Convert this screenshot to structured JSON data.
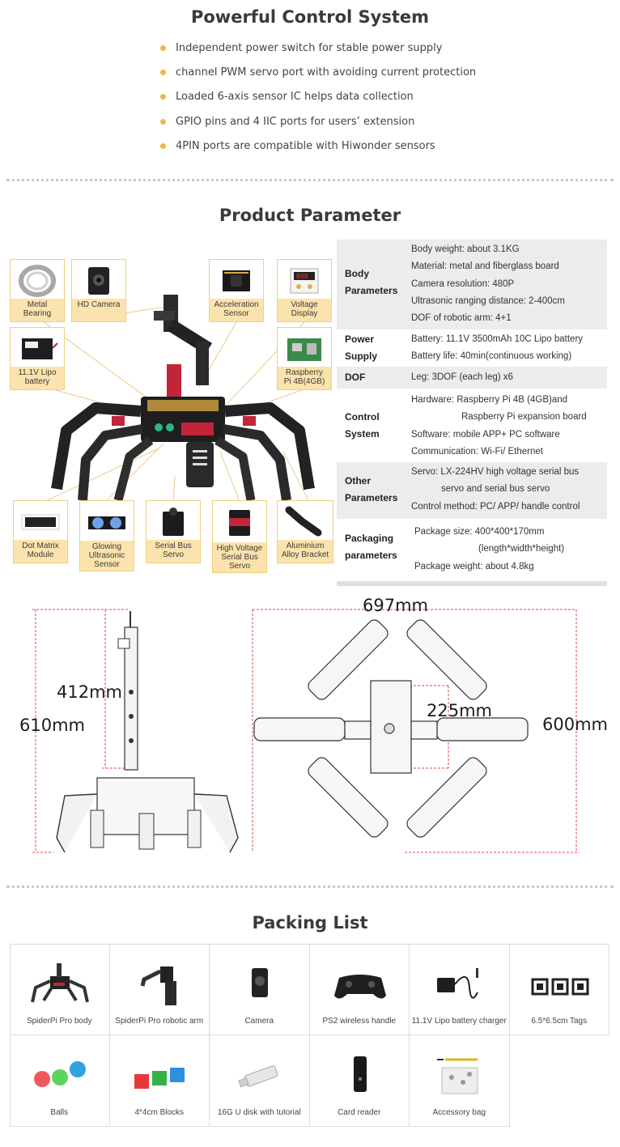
{
  "control": {
    "title": "Powerful Control System",
    "features": [
      "Independent power switch for stable power supply",
      "channel PWM servo port with avoiding current protection",
      "Loaded 6-axis sensor IC helps data collection",
      "GPIO pins and 4 IIC ports for users’ extension",
      "4PIN ports are compatible with Hiwonder sensors"
    ]
  },
  "params": {
    "title": "Product Parameter",
    "components": {
      "bearing": [
        "Metal",
        "Bearing"
      ],
      "camera": [
        "HD Camera"
      ],
      "accel": [
        "Acceleration",
        "Sensor"
      ],
      "voltage": [
        "Voltage",
        "Display"
      ],
      "lipo": [
        "11.1V Lipo",
        "battery"
      ],
      "raspi": [
        "Raspberry",
        "Pi 4B(4GB)"
      ],
      "matrix": [
        "Dot Matrix",
        "Module"
      ],
      "ultra": [
        "Glowing",
        "Ultrasonic",
        "Sensor"
      ],
      "serial": [
        "Serial Bus",
        "Servo"
      ],
      "hv": [
        "High Voltage",
        "Serial Bus",
        "Servo"
      ],
      "bracket": [
        "Aluminium",
        "Alloy Bracket"
      ]
    },
    "rows": {
      "body": {
        "name": [
          "Body",
          "Parameters"
        ],
        "lines": [
          "Body weight: about 3.1KG",
          "Material: metal and fiberglass board",
          "Camera resolution: 480P",
          "Ultrasonic ranging distance: 2-400cm",
          "DOF of robotic arm: 4+1"
        ]
      },
      "power": {
        "name": [
          "Power",
          "Supply"
        ],
        "lines": [
          "Battery: 11.1V 3500mAh 10C Lipo battery",
          "Battery life: 40min(continuous working)"
        ]
      },
      "dof": {
        "name": [
          "DOF"
        ],
        "lines": [
          "Leg: 3DOF (each leg) x6"
        ]
      },
      "control": {
        "name": [
          "Control",
          "System"
        ],
        "lines": [
          "Hardware: Raspberry Pi 4B (4GB)and",
          "Raspberry Pi expansion board",
          "Software: mobile APP+ PC software",
          "Communication:  Wi-Fi/ Ethernet"
        ]
      },
      "other": {
        "name": [
          "Other",
          "Parameters"
        ],
        "lines": [
          "Servo: LX-224HV high voltage serial bus",
          "servo and serial bus servo",
          "Control method: PC/ APP/ handle control"
        ]
      },
      "packaging": {
        "name": [
          "Packaging",
          "parameters"
        ],
        "lines": [
          "Package size: 400*400*170mm",
          "(length*width*height)",
          "Package weight: about 4.8kg"
        ]
      }
    }
  },
  "dimensions": {
    "width_top": "697mm",
    "arm_height": "412mm",
    "total_height": "610mm",
    "center": "225mm",
    "depth": "600mm"
  },
  "packing": {
    "title": "Packing List",
    "items": [
      "SpiderPi Pro body",
      "SpiderPi Pro robotic arm",
      "Camera",
      "PS2 wireless handle",
      "11.1V Lipo battery charger",
      "6.5*6.5cm Tags",
      "Balls",
      "4*4cm Blocks",
      "16G U disk with tutorial",
      "Card reader",
      "Accessory bag"
    ]
  }
}
